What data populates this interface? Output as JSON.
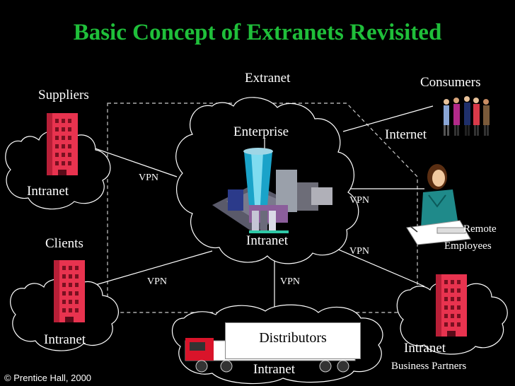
{
  "title": "Basic Concept of Extranets Revisited",
  "labels": {
    "extranet": "Extranet",
    "enterprise": "Enterprise",
    "enterprise_intranet": "Intranet",
    "suppliers": "Suppliers",
    "suppliers_intranet": "Intranet",
    "clients": "Clients",
    "clients_intranet": "Intranet",
    "consumers": "Consumers",
    "internet": "Internet",
    "remote_employees_line1": "Remote",
    "remote_employees_line2": "Employees",
    "distributors": "Distributors",
    "distributors_intranet": "Intranet",
    "partners_intranet": "Intranet",
    "business_partners": "Business Partners"
  },
  "links": {
    "vpn_suppliers": "VPN",
    "vpn_remote": "VPN",
    "vpn_partners": "VPN",
    "vpn_clients": "VPN",
    "vpn_distributors": "VPN"
  },
  "copyright": "© Prentice Hall, 2000",
  "colors": {
    "title": "#1fbf3a",
    "building": "#e8334f",
    "cloud_fill": "#000000",
    "cloud_stroke": "#ffffff"
  }
}
